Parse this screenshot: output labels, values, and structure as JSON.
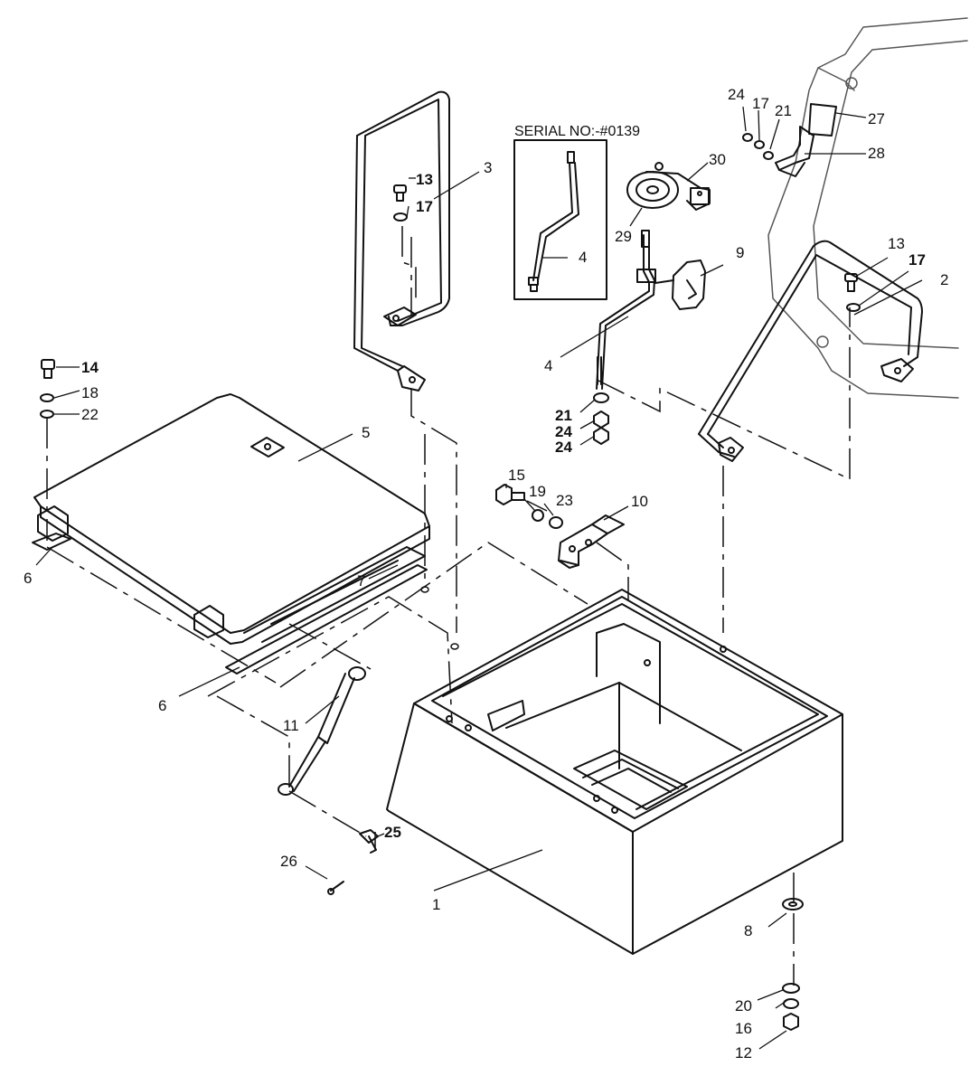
{
  "diagram": {
    "serial_note": "SERIAL NO:-#0139",
    "callouts": {
      "c1": "1",
      "c2": "2",
      "c3": "3",
      "c4_inset": "4",
      "c4_main": "4",
      "c5": "5",
      "c6_left": "6",
      "c6_bottom": "6",
      "c7": "7",
      "c8": "8",
      "c9": "9",
      "c10": "10",
      "c11": "11",
      "c12": "12",
      "c13_left": "13",
      "c13_right": "13",
      "c14": "14",
      "c15": "15",
      "c16": "16",
      "c17_left": "17",
      "c17_top": "17",
      "c17_right": "17",
      "c18": "18",
      "c19": "19",
      "c20": "20",
      "c21_top": "21",
      "c21_mid": "21",
      "c22": "22",
      "c23": "23",
      "c24_top": "24",
      "c24_mid1": "24",
      "c24_mid2": "24",
      "c25": "25",
      "c26": "26",
      "c27": "27",
      "c28": "28",
      "c29": "29",
      "c30": "30"
    }
  }
}
